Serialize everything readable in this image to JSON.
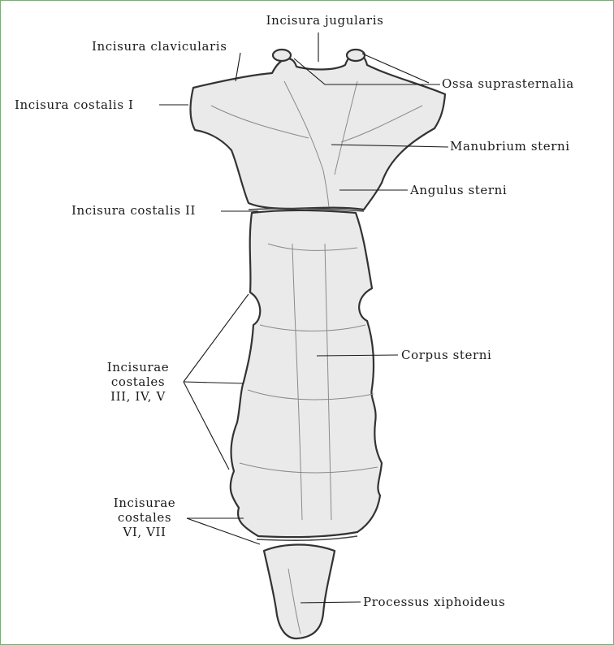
{
  "labels": {
    "incisura_jugularis": "Incisura jugularis",
    "incisura_clavicularis": "Incisura clavicularis",
    "ossa_suprasternalia": "Ossa suprasternalia",
    "incisura_costalis_i": "Incisura costalis I",
    "manubrium_sterni": "Manubrium sterni",
    "angulus_sterni": "Angulus sterni",
    "incisura_costalis_ii": "Incisura costalis II",
    "incisurae_costales_345": [
      "Incisurae",
      "costales",
      "III, IV, V"
    ],
    "corpus_sterni": "Corpus sterni",
    "incisurae_costales_67": [
      "Incisurae",
      "costales",
      "VI, VII"
    ],
    "processus_xiphoideus": "Processus xiphoideus"
  },
  "colors": {
    "frame": "#7fa87f",
    "bone_fill": "#eaeaea",
    "outline": "#333333"
  }
}
